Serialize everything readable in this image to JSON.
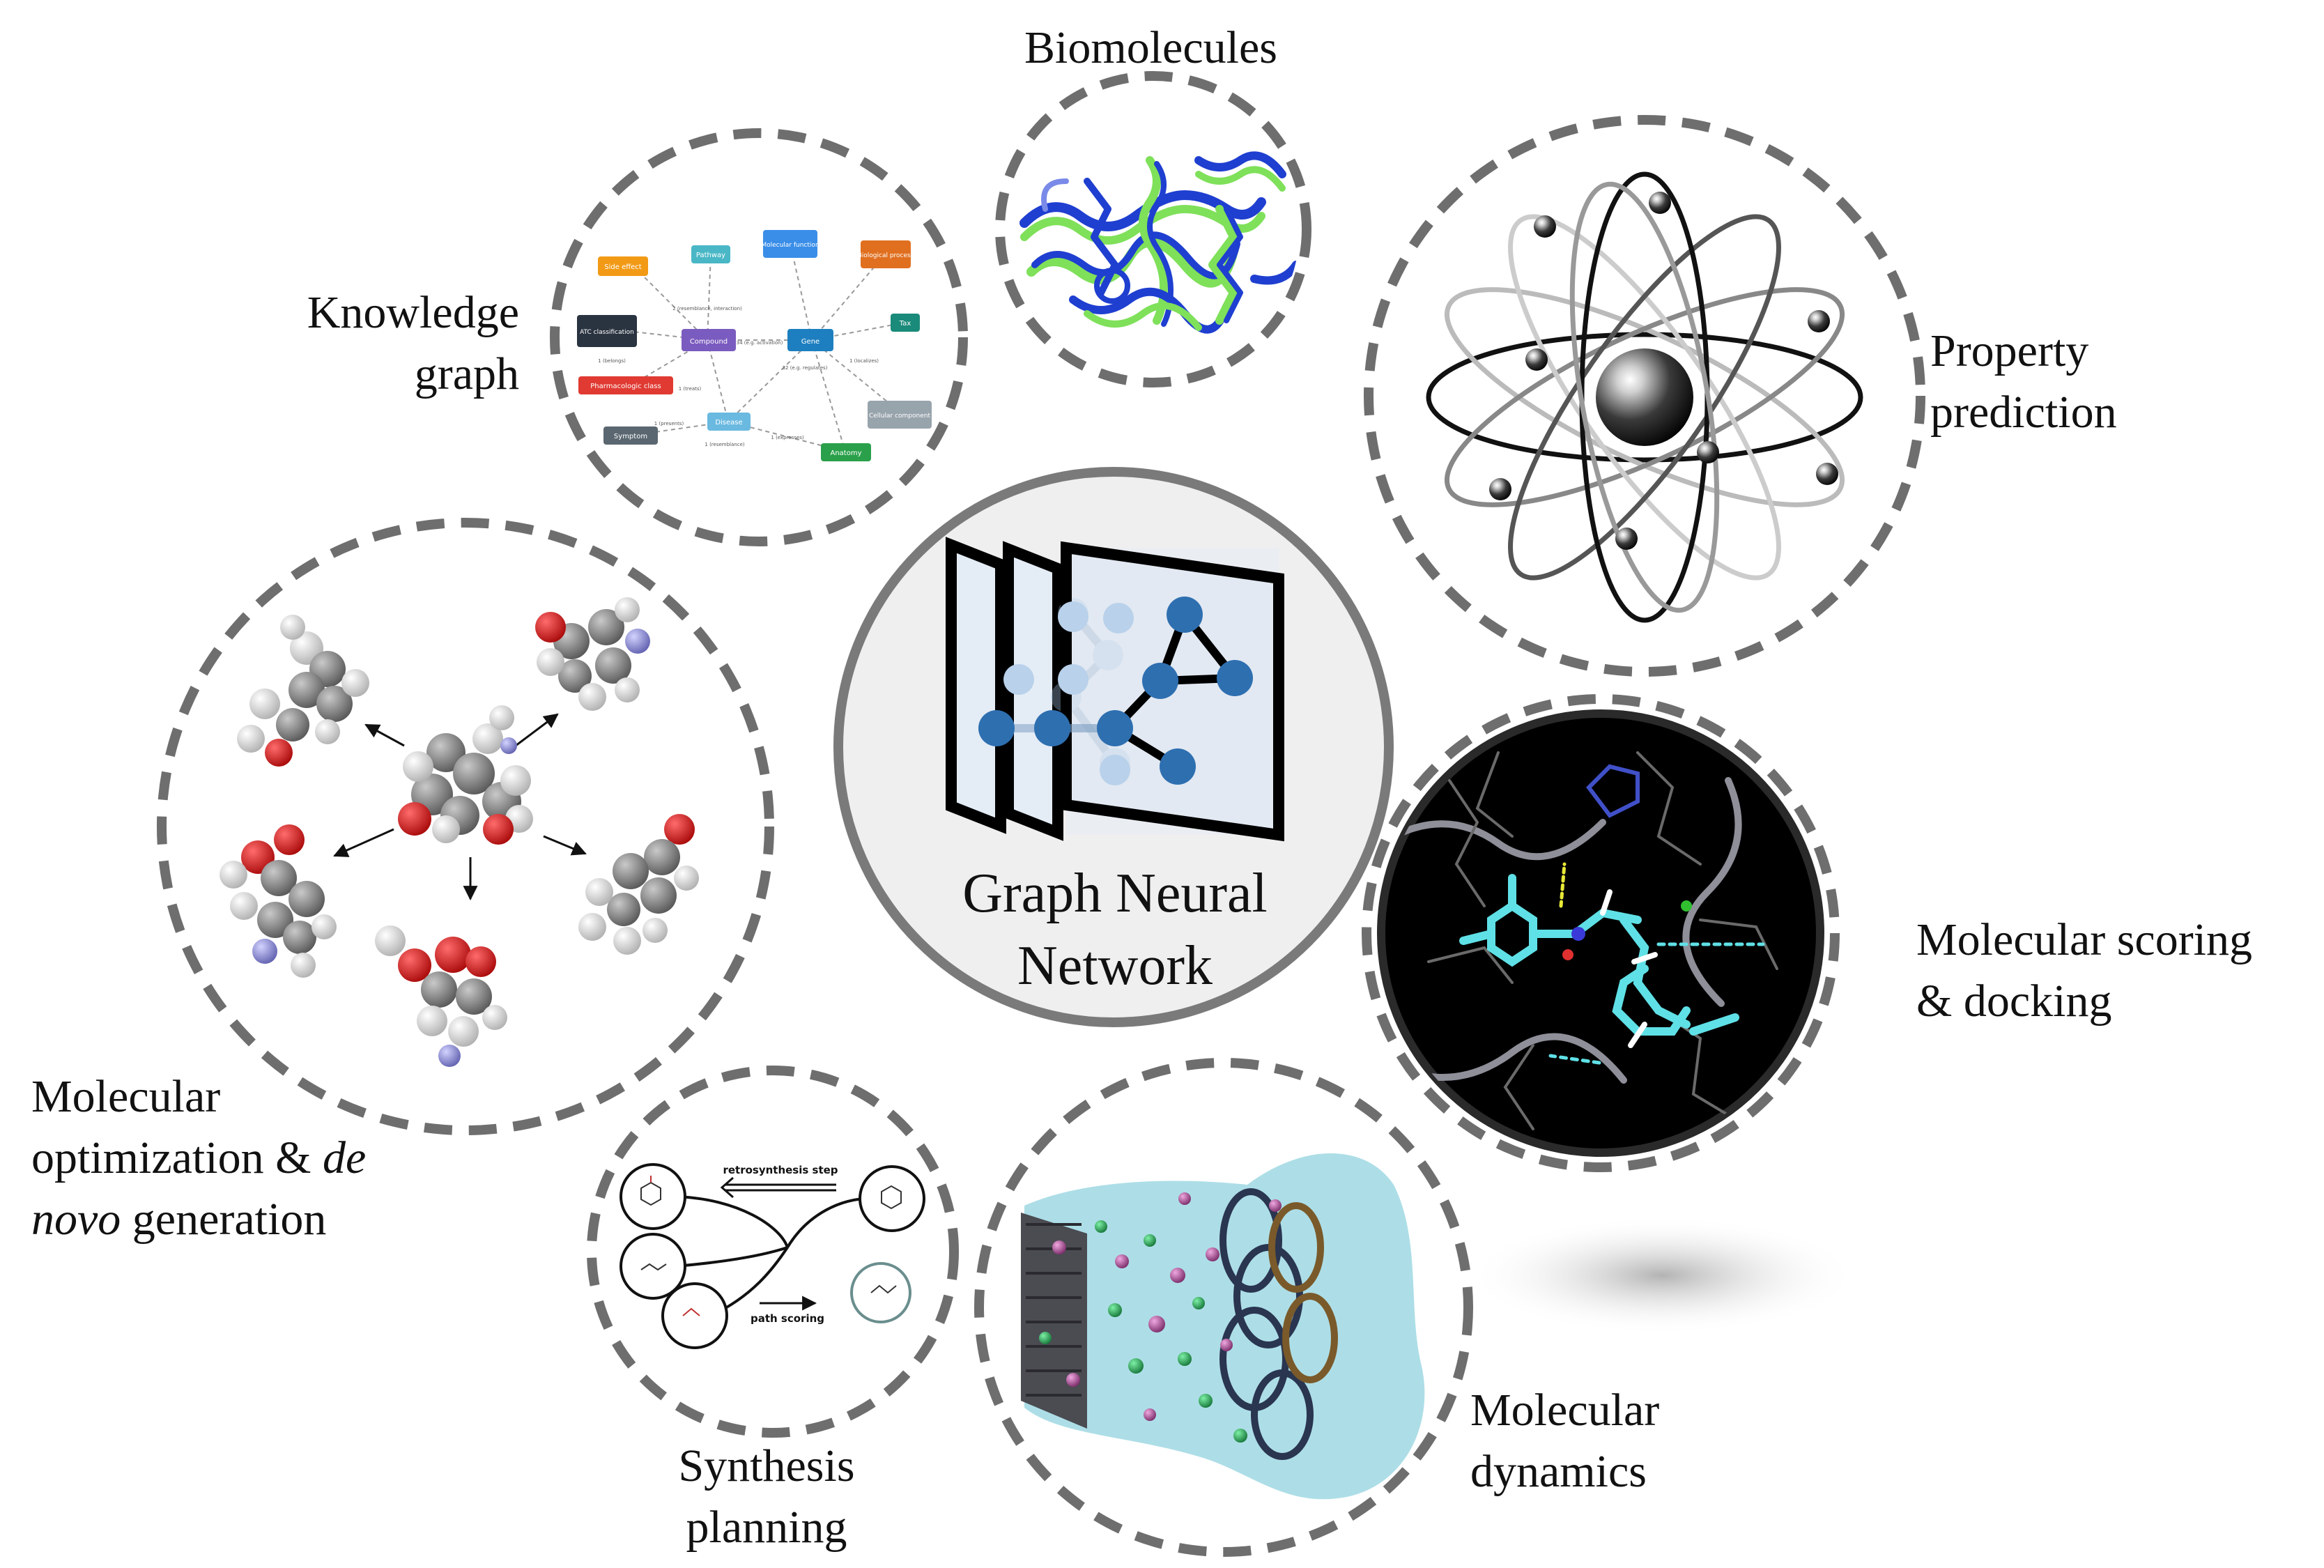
{
  "center": {
    "line1": "Graph Neural",
    "line2": "Network"
  },
  "labels": {
    "knowledge_graph": {
      "line1": "Knowledge",
      "line2": "graph"
    },
    "biomolecules": "Biomolecules",
    "property_prediction": {
      "line1": "Property",
      "line2": "prediction"
    },
    "molecular_optimization": {
      "line1": "Molecular",
      "line2a": "optimization & ",
      "line2b": "de",
      "line3a": "novo",
      "line3b": " generation"
    },
    "synthesis_planning": {
      "line1": "Synthesis",
      "line2": "planning"
    },
    "molecular_dynamics": {
      "line1": "Molecular",
      "line2": "dynamics"
    },
    "molecular_docking": {
      "line1": "Molecular scoring",
      "line2": "& docking"
    }
  },
  "knowledge_graph_nodes": {
    "side_effect": "Side effect",
    "pathway": "Pathway",
    "molecular_function": "Molecular function",
    "biological_process": "Biological process",
    "atc": "ATC classification",
    "compound": "Compound",
    "gene": "Gene",
    "tax": "Tax",
    "pharmacologic": "Pharmacologic class",
    "cellular": "Cellular component",
    "symptom": "Symptom",
    "disease": "Disease",
    "anatomy": "Anatomy"
  },
  "knowledge_graph_edges": {
    "e1": "2 (resemblance, interaction)",
    "e2": "34 (e.g. activation)",
    "e3": "32 (e.g. regulates)",
    "e4": "1 (resemblance)",
    "e5": "1 (treats)",
    "e6": "1 (belongs)",
    "e7": "1 (presents)",
    "e8": "1 (localizes)",
    "e9": "1 (expresses)"
  },
  "synthesis": {
    "step": "retrosynthesis step",
    "scoring": "path scoring"
  },
  "colors": {
    "dash_ring": "#6e6e6e",
    "center_fill": "#efefef",
    "center_ring": "#7a7a7a",
    "node_blue": "#2e6fb0",
    "node_light": "#b9d1ea",
    "panel_fill": "#e4ecf6",
    "o_red": "#d41010",
    "c_gray": "#7d7d7d",
    "h_white": "#f4f4f4",
    "n_blue": "#8a8ad6",
    "kg_compound": "#7a5bbf",
    "kg_gene": "#1e7fc0",
    "kg_side_effect": "#f29a16",
    "kg_pathway": "#49b7c6",
    "kg_mol_function": "#3a8ee8",
    "kg_bio_process": "#e07020",
    "kg_tax": "#1a8a7a",
    "kg_atc": "#2a3340",
    "kg_pharma": "#e03a32",
    "kg_cellular": "#98a4ac",
    "kg_symptom": "#5a6770",
    "kg_disease": "#6ab9e0",
    "kg_anatomy": "#2aa04a",
    "protein_green": "#7fe05a",
    "protein_blue": "#1f3fd0",
    "docking_cyan": "#5fe0e6",
    "md_cloud": "#9fd8e3",
    "md_green": "#1fa050",
    "md_purple": "#b5509e"
  }
}
